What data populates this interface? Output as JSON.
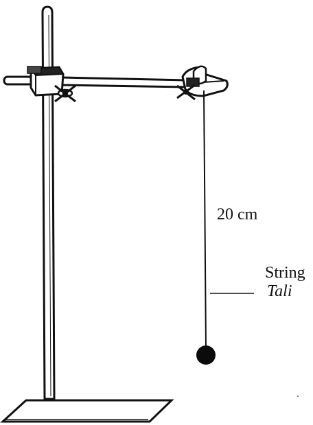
{
  "diagram": {
    "length_label": "20 cm",
    "string_label": "String",
    "string_label_translation": "Tali"
  },
  "colors": {
    "ink": "#111111",
    "paper": "#ffffff",
    "bob": "#0b0b0b"
  }
}
